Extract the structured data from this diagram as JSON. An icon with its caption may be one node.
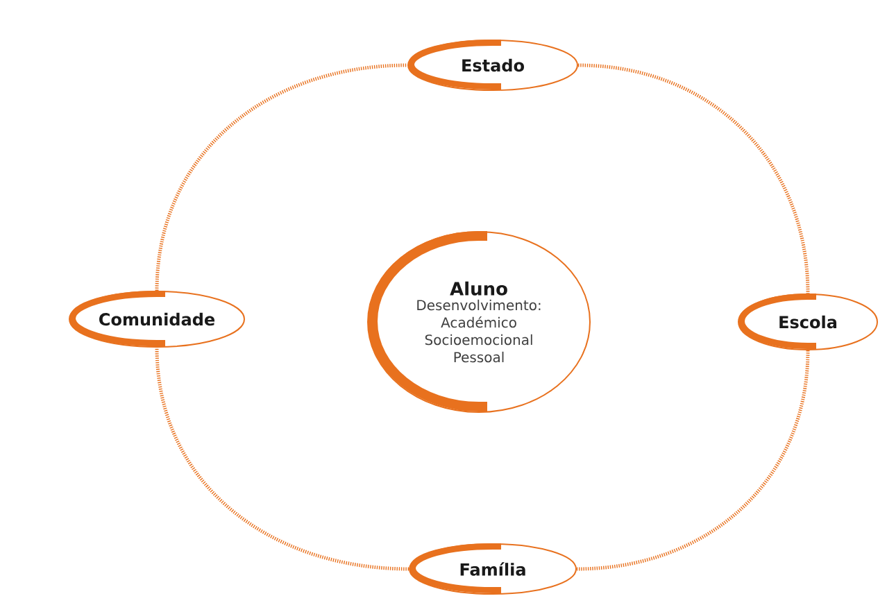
{
  "diagram": {
    "nodes": [
      {
        "text": [
          "Aluno",
          "Desenvolvimento: Académico Socioemocional Pessoal"
        ]
      },
      {
        "text": [
          "Estado"
        ]
      },
      {
        "text": [
          "Comunidade"
        ]
      },
      {
        "text": [
          "Escola"
        ]
      },
      {
        "text": [
          "Família"
        ]
      }
    ],
    "edges": [
      {
        "from": 1,
        "to": 3,
        "arrow": "none"
      },
      {
        "from": 3,
        "to": 4,
        "arrow": "none"
      },
      {
        "from": 4,
        "to": 2,
        "arrow": "none"
      },
      {
        "from": 2,
        "to": 1,
        "arrow": "none"
      }
    ]
  }
}
